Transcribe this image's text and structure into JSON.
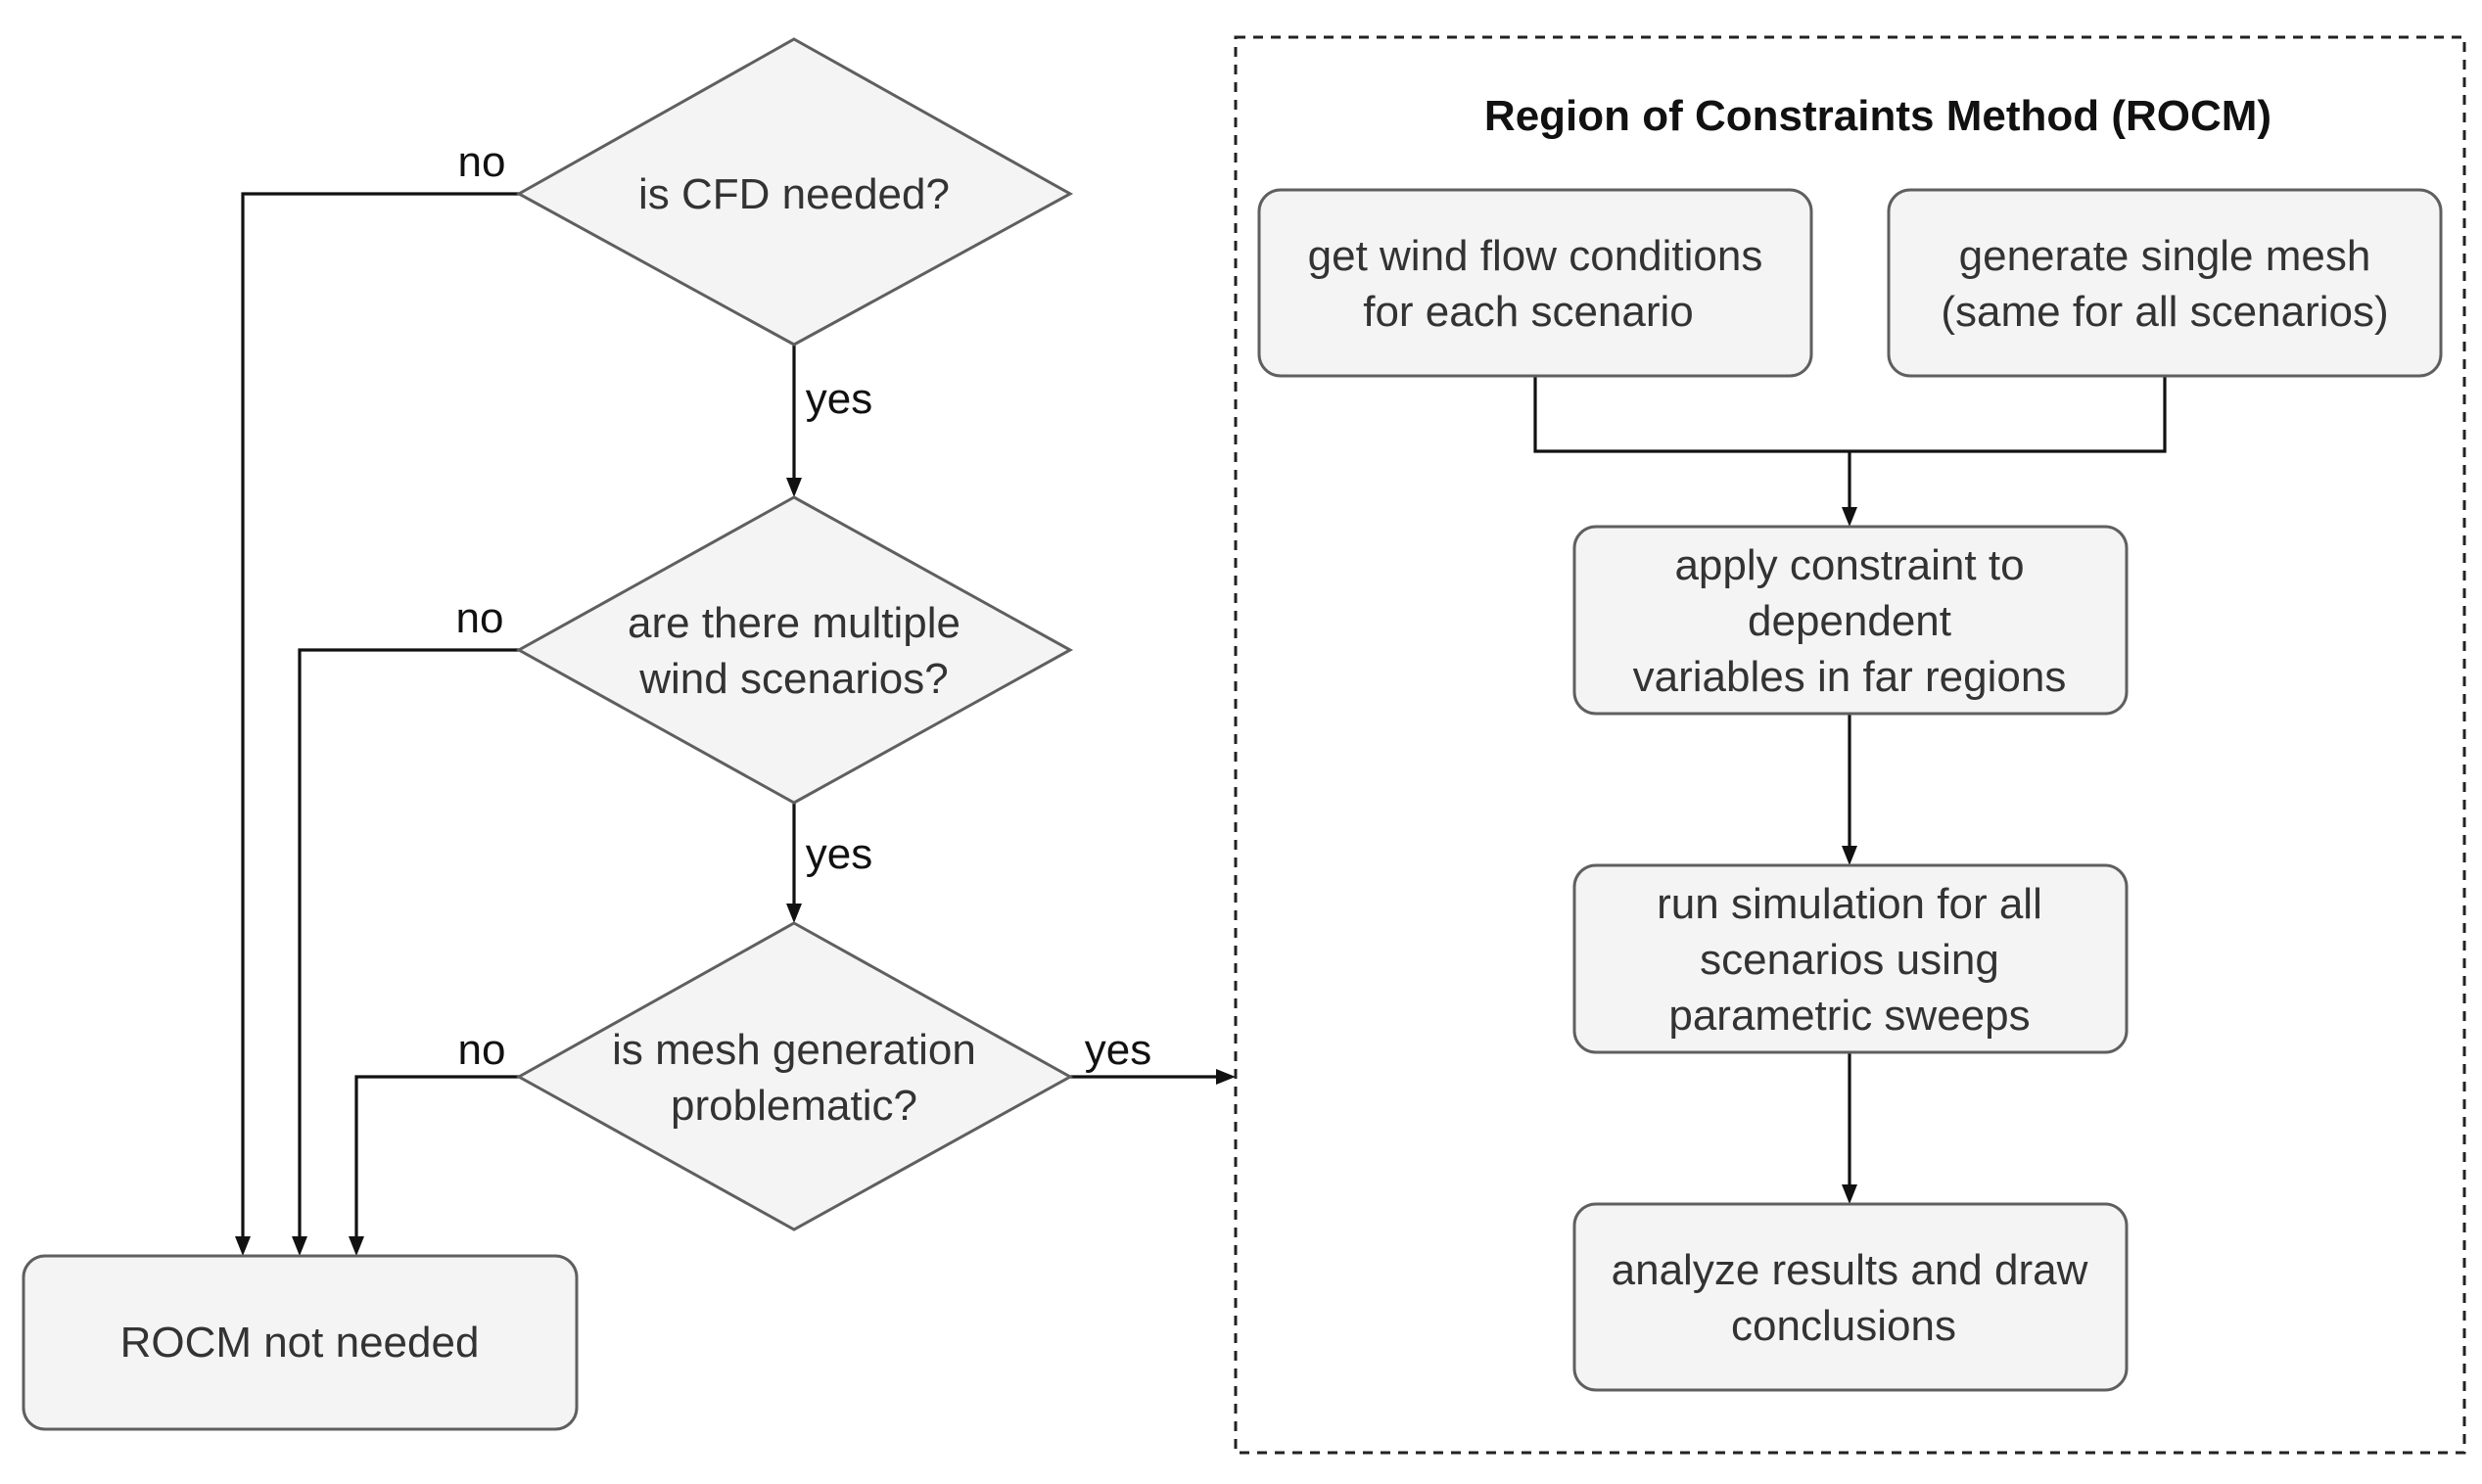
{
  "diagram": {
    "title": "Region of Constraints Method (ROCM)",
    "decisions": {
      "cfd": [
        "is CFD needed?"
      ],
      "scenarios": [
        "are there multiple",
        "wind scenarios?"
      ],
      "mesh": [
        "is mesh generation",
        "problematic?"
      ]
    },
    "outcome": [
      "ROCM not needed"
    ],
    "steps": {
      "wind": [
        "get wind flow conditions",
        "for each scenario"
      ],
      "mesh": [
        "generate single mesh",
        "(same for all scenarios)"
      ],
      "constraint": [
        "apply constraint to",
        "dependent",
        "variables in far regions"
      ],
      "simulation": [
        "run simulation for all",
        "scenarios using",
        "parametric sweeps"
      ],
      "analyze": [
        "analyze results and draw",
        "conclusions"
      ]
    },
    "edge_labels": {
      "no": "no",
      "yes": "yes"
    }
  }
}
